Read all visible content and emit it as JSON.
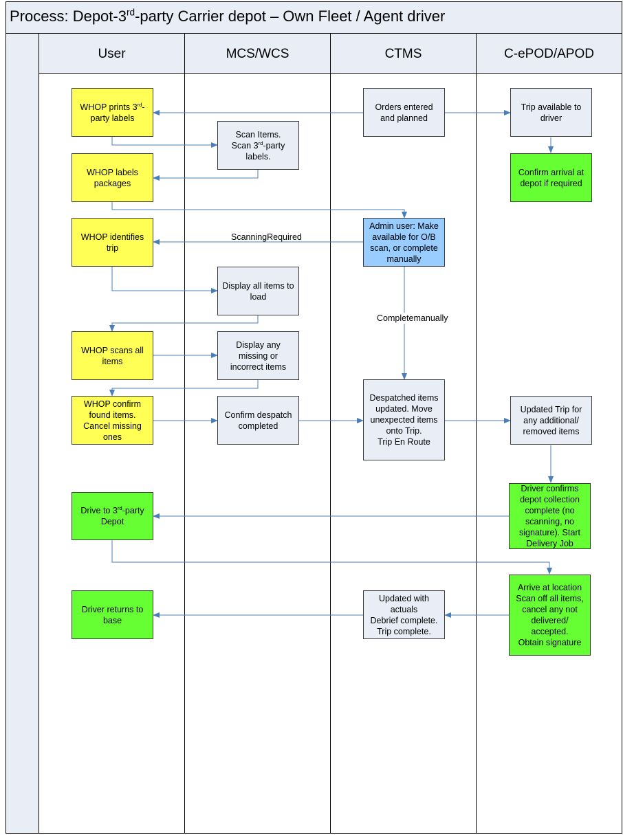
{
  "title": {
    "main": "Process: Depot-3",
    "sup": "rd",
    "rest": "-party Carrier depot – Own Fleet / Agent driver"
  },
  "lanes": [
    "User",
    "MCS/WCS",
    "CTMS",
    "C-ePOD/APOD"
  ],
  "colors": {
    "yellow": "#ffff55",
    "green": "#66ff33",
    "grey": "#e9edf5",
    "blue": "#99ccff",
    "header": "#e9edf5",
    "line": "#4a7ebb"
  },
  "nodes": {
    "whop_prints": [
      "WHOP prints 3rd-",
      "party labels"
    ],
    "orders_planned": [
      "Orders entered",
      "and planned"
    ],
    "trip_available": [
      "Trip available to",
      "driver"
    ],
    "scan_items": [
      "Scan Items.",
      "Scan 3rd-party",
      "labels."
    ],
    "whop_labels": [
      "WHOP labels",
      "packages"
    ],
    "confirm_arrival": [
      "Confirm arrival at",
      "depot if required"
    ],
    "whop_identifies": [
      "WHOP identifies",
      "trip"
    ],
    "admin_user": [
      "Admin user: Make",
      "available for O/B",
      "scan, or complete",
      "manually"
    ],
    "display_all": [
      "Display all items to",
      "load"
    ],
    "whop_scans": [
      "WHOP scans all",
      "items"
    ],
    "display_missing": [
      "Display any",
      "missing or",
      "incorrect items"
    ],
    "whop_confirm": [
      "WHOP confirm",
      "found items.",
      "Cancel missing",
      "ones"
    ],
    "confirm_despatch": [
      "Confirm despatch",
      "completed"
    ],
    "despatched_items": [
      "Despatched items",
      "updated. Move",
      "unexpected items",
      "onto Trip.",
      "Trip En Route"
    ],
    "updated_trip": [
      "Updated Trip for",
      "any additional/",
      "removed items"
    ],
    "drive_to_depot": [
      "Drive to 3rd-party",
      "Depot"
    ],
    "driver_confirms": [
      "Driver confirms",
      "depot collection",
      "complete (no",
      "scanning, no",
      "signature). Start",
      "Delivery Job"
    ],
    "driver_returns": [
      "Driver returns to",
      "base"
    ],
    "updated_actuals": [
      "Updated with",
      "actuals",
      "Debrief complete.",
      "Trip complete."
    ],
    "arrive_location": [
      "Arrive at location",
      "Scan off all items,",
      "cancel any not",
      "delivered/",
      "accepted.",
      "Obtain signature"
    ]
  },
  "edge_labels": {
    "scanning_required": [
      "Scanning",
      "Required"
    ],
    "complete_manually": [
      "Complete",
      "manually"
    ]
  }
}
